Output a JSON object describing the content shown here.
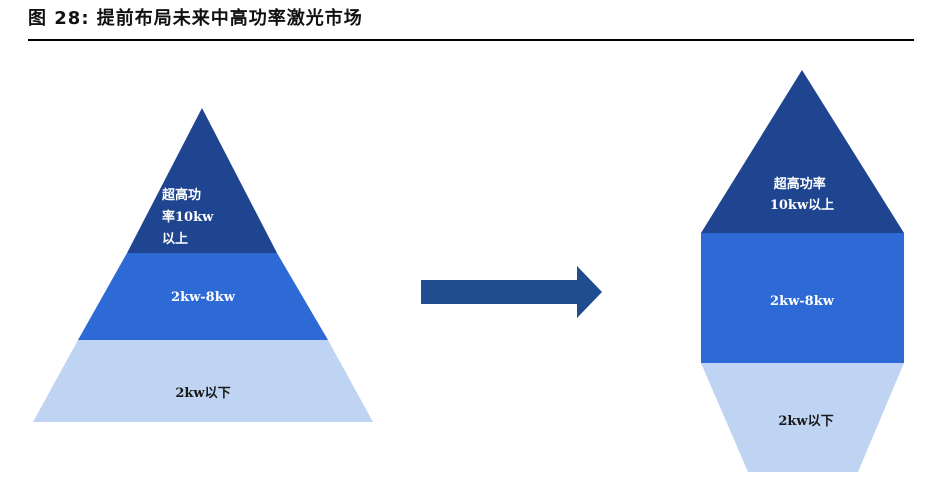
{
  "figure": {
    "title": "图 28: 提前布局未来中高功率激光市场"
  },
  "left_pyramid": {
    "top_label_lines": [
      "超高功",
      "率10kw",
      "以上"
    ],
    "middle_label": "2kw-8kw",
    "bottom_label": "2kw以下"
  },
  "right_shape": {
    "top_label_lines": [
      "超高功率",
      "10kw以上"
    ],
    "middle_label": "2kw-8kw",
    "bottom_label": "2kw以下"
  },
  "colors": {
    "dark_blue": "#1F4590",
    "mid_blue": "#2D6AD5",
    "light_blue": "#BFD4F2",
    "arrow": "#1F4D8F"
  },
  "icons": [
    "arrow-right-icon"
  ]
}
